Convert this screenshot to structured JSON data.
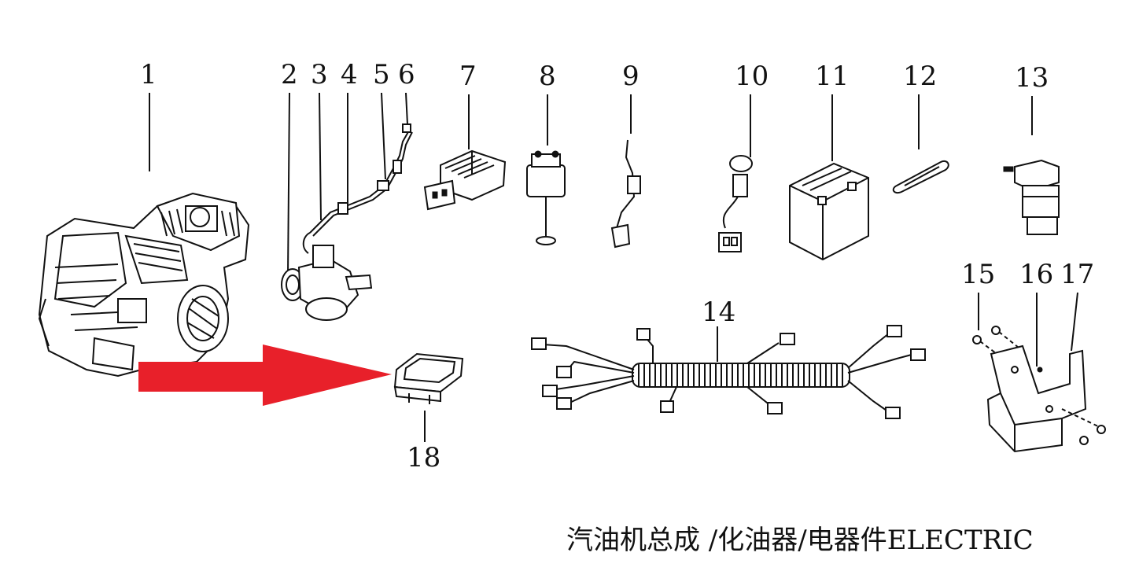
{
  "part_numbers": [
    "1",
    "2",
    "3",
    "4",
    "5",
    "6",
    "7",
    "8",
    "9",
    "10",
    "11",
    "12",
    "13",
    "14",
    "15",
    "16",
    "17",
    "18"
  ],
  "caption": "汽油机总成 /化油器/电器件ELECTRIC",
  "colors": {
    "arrow": "#e8202a",
    "line": "#111111",
    "background": "#ffffff"
  }
}
